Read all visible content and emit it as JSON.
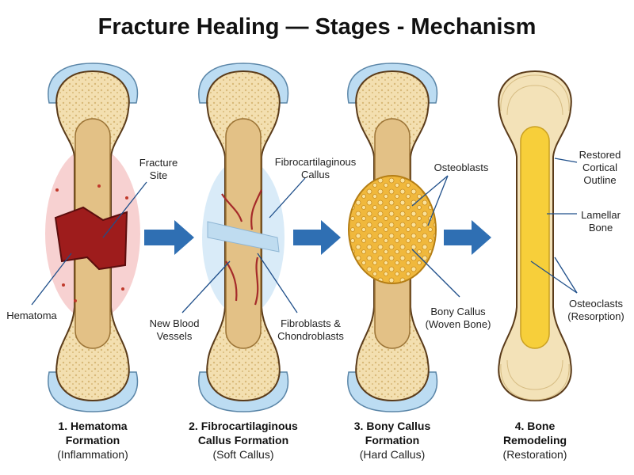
{
  "title": "Fracture Healing — Stages - Mechanism",
  "panels": [
    {
      "caption_line1": "1. Hematoma",
      "caption_line2": "Formation",
      "caption_line3": "(Inflammation)",
      "labels": {
        "fracture_site_1": "Fracture",
        "fracture_site_2": "Site",
        "hematoma": "Hematoma"
      }
    },
    {
      "caption_line1": "2. Fibrocartilaginous",
      "caption_line2": "Callus Formation",
      "caption_line3": "(Soft Callus)",
      "labels": {
        "fibro_callus_1": "Fibrocartilaginous",
        "fibro_callus_2": "Callus",
        "vessels_1": "New Blood",
        "vessels_2": "Vessels",
        "fibroblasts_1": "Fibroblasts &",
        "fibroblasts_2": "Chondroblasts"
      }
    },
    {
      "caption_line1": "3. Bony Callus",
      "caption_line2": "Formation",
      "caption_line3": "(Hard Callus)",
      "labels": {
        "osteoblasts": "Osteoblasts",
        "bony_callus_1": "Bony Callus",
        "bony_callus_2": "(Woven Bone)"
      }
    },
    {
      "caption_line1": "4. Bone",
      "caption_line2": "Remodeling",
      "caption_line3": "(Restoration)",
      "labels": {
        "cortical_1": "Restored",
        "cortical_2": "Cortical",
        "cortical_3": "Outline",
        "lamellar_1": "Lamellar",
        "lamellar_2": "Bone",
        "osteoclasts_1": "Osteoclasts",
        "osteoclasts_2": "(Resorption)"
      }
    }
  ],
  "colors": {
    "bone": "#f3dfb0",
    "marrow": "#e3c186",
    "cartilage_cap": "#bcdcf2",
    "hematoma": "#9e1c1c",
    "swelling": "#f6c9c9",
    "soft_callus": "#d5e9f7",
    "hard_callus": "#f0b83c",
    "marrow_yellow": "#f7cf3a",
    "arrow": "#2f6fb3",
    "leader": "#1f4f8a"
  },
  "icons": {
    "stage_arrow": "right-arrow-icon"
  }
}
